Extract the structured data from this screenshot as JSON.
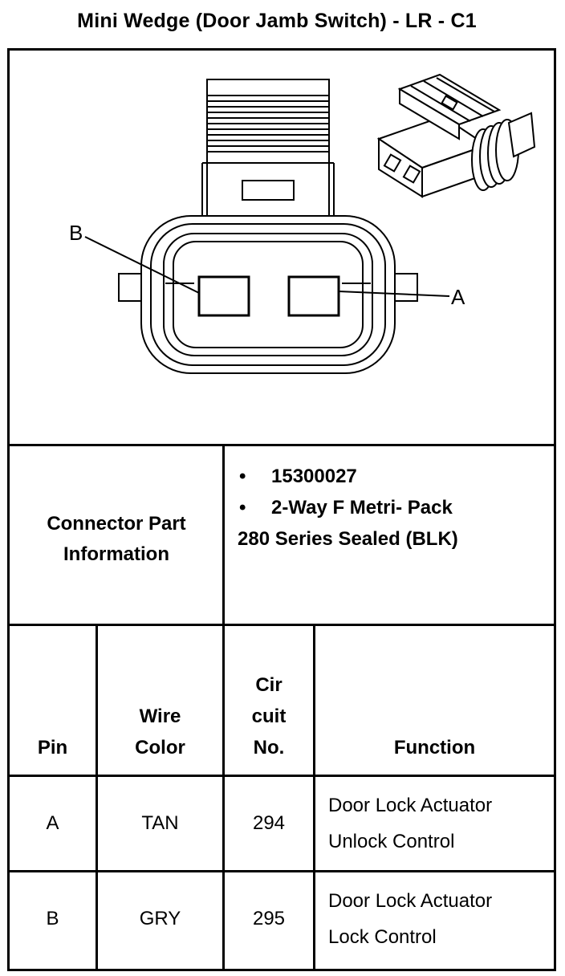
{
  "title": "Mini Wedge (Door Jamb Switch) - LR - C1",
  "diagram": {
    "label_b": "B",
    "label_a": "A"
  },
  "connector_info": {
    "heading_line1": "Connector Part",
    "heading_line2": "Information",
    "bullet_symbol": "•",
    "part_number": "15300027",
    "description_line1": "2-Way F Metri- Pack",
    "description_line2": "280 Series Sealed (BLK)"
  },
  "table": {
    "headers": {
      "pin": "Pin",
      "wire_color_line1": "Wire",
      "wire_color_line2": "Color",
      "circuit_line1": "Cir",
      "circuit_line2": "cuit",
      "circuit_line3": "No.",
      "function": "Function"
    },
    "rows": [
      {
        "pin": "A",
        "wire_color": "TAN",
        "circuit": "294",
        "function_line1": "Door Lock Actuator",
        "function_line2": "Unlock Control"
      },
      {
        "pin": "B",
        "wire_color": "GRY",
        "circuit": "295",
        "function_line1": "Door Lock Actuator",
        "function_line2": "Lock Control"
      }
    ]
  }
}
